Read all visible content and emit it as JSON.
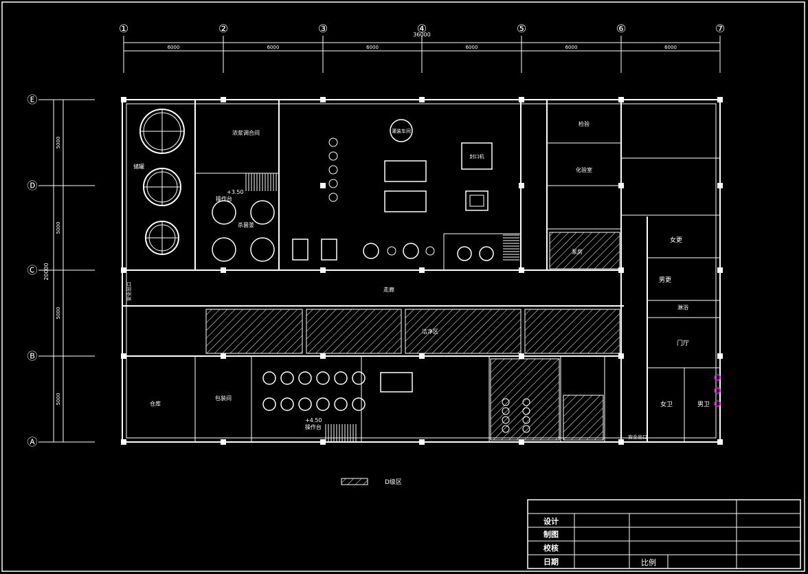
{
  "drawing": {
    "axis_numbers": [
      "①",
      "②",
      "③",
      "④",
      "⑤",
      "⑥",
      "⑦"
    ],
    "axis_letters": [
      "Ⓔ",
      "Ⓓ",
      "Ⓒ",
      "Ⓑ",
      "Ⓐ"
    ],
    "span_dims": [
      "6000",
      "6000",
      "6000",
      "6000",
      "6000",
      "6000"
    ],
    "total_dim_h": "36000",
    "bay_dims": [
      "5000",
      "5000",
      "5000",
      "5000"
    ],
    "total_dim_v": "20000",
    "room_labels": {
      "tank_room": "储罐",
      "blending_room": "浓浆调合间",
      "filling_hall": "灌装车间",
      "sealing": "封口机",
      "qc": "检验",
      "office": "化验室",
      "sterilizer": "杀菌釜",
      "pump_room": "泵房",
      "corridor": "走廊",
      "warehouse": "仓库",
      "packing_room": "包装间",
      "clean_area": "洁净区",
      "platform_1": "操作台",
      "platform_2": "操作台",
      "level_1": "+3.50",
      "level_2": "+4.50",
      "dressing_1": "女更",
      "dressing_2": "男更",
      "lobby": "门厅",
      "toilet_1": "女卫",
      "toilet_2": "男卫",
      "shower": "淋浴",
      "exit": "安全出口",
      "exit_2": "安全出口"
    },
    "legend_label": "D级区"
  },
  "title_block": {
    "rows": [
      "设计",
      "制图",
      "校核",
      "日期"
    ],
    "scale_label": "比例"
  },
  "colors": {
    "lines": "#ffffff",
    "background": "#000000",
    "accent": "#ff00ff"
  }
}
